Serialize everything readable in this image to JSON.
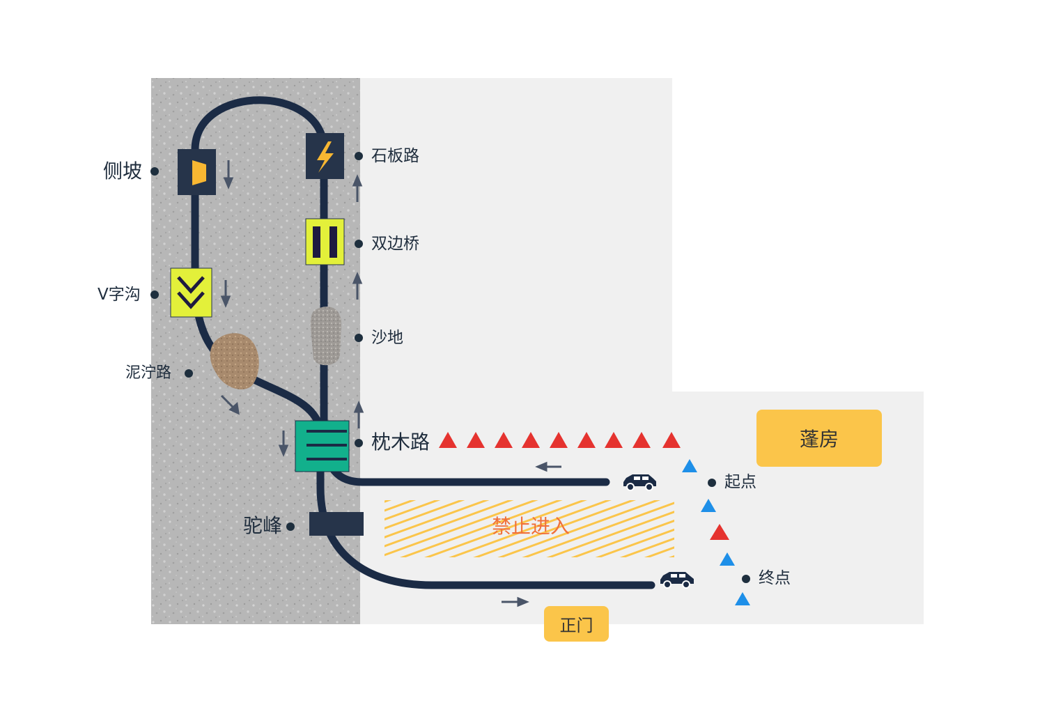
{
  "map": {
    "obstacles": {
      "side_slope": "侧坡",
      "stone_road": "石板路",
      "double_bridge": "双边桥",
      "v_ditch": "V字沟",
      "sand": "沙地",
      "mud_road": "泥泞路",
      "sleeper_road": "枕木路",
      "hump": "驼峰"
    },
    "start": "起点",
    "finish": "终点",
    "tent": "蓬房",
    "main_gate": "正门",
    "no_entry": "禁止进入"
  },
  "colors": {
    "track": "#1b2b45",
    "gravel": "#b9b9b9",
    "ground": "#f0f0f0",
    "accent_yellow": "#fbc54a",
    "lime": "#e3f03a",
    "teal": "#12b08c",
    "cone_red": "#e5332f",
    "cone_blue": "#1e8fe8"
  }
}
